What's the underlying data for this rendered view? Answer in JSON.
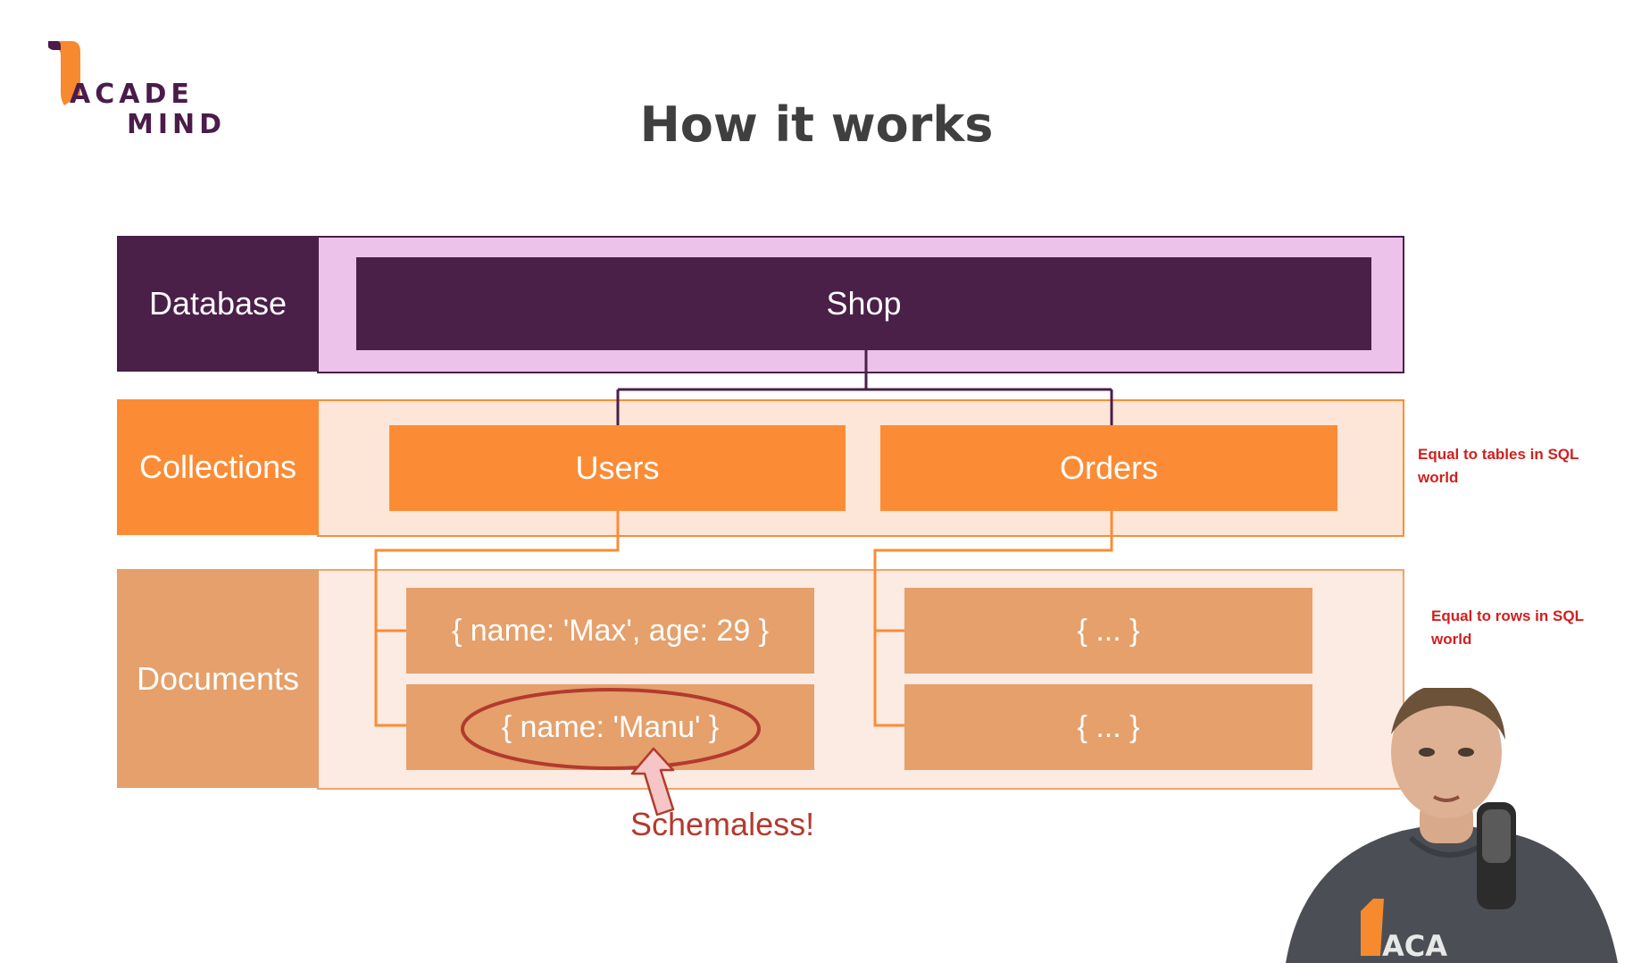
{
  "logo": {
    "line1": "ACADE",
    "line2": "MIND",
    "brand_color": "#4a1c4a",
    "accent_color": "#f7892f"
  },
  "title": "How it works",
  "rows": {
    "database": "Database",
    "collections": "Collections",
    "documents": "Documents"
  },
  "database": {
    "name": "Shop"
  },
  "collections": [
    "Users",
    "Orders"
  ],
  "documents": {
    "users": [
      "{ name: 'Max', age: 29 }",
      "{ name: 'Manu' }"
    ],
    "orders": [
      "{ ... }",
      "{ ... }"
    ]
  },
  "notes": {
    "collections": "Equal to tables in SQL world",
    "documents": "Equal to rows in SQL world"
  },
  "annotation": "Schemaless!",
  "colors": {
    "database": "#4a1f48",
    "database_panel": "#ecc2ea",
    "collections": "#fb8c35",
    "collections_panel": "#fde6d7",
    "documents": "#e5a06b",
    "documents_panel": "#fbebe2",
    "note_red": "#d21f1f",
    "annotation_red": "#b33a2e"
  }
}
